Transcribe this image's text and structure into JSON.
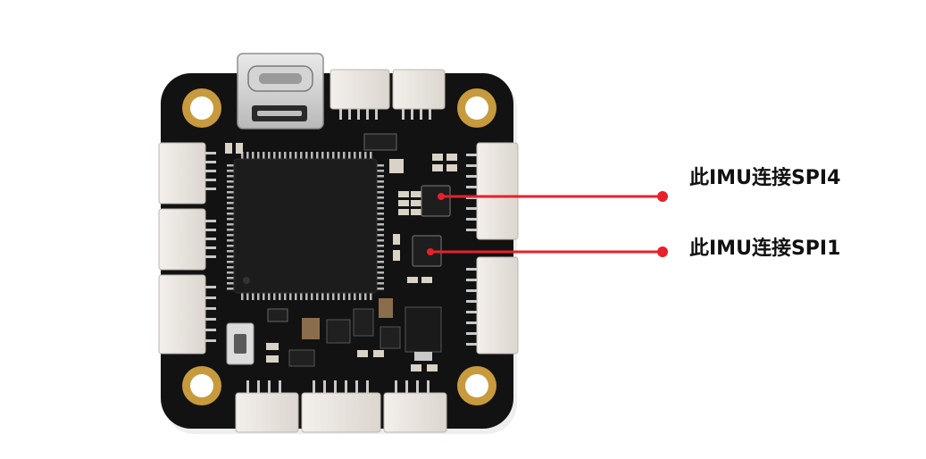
{
  "callouts": [
    {
      "id": "imu-spi4",
      "label": "此IMU连接SPI4"
    },
    {
      "id": "imu-spi1",
      "label": "此IMU连接SPI1"
    }
  ],
  "colors": {
    "board": "#121212",
    "pad_gold": "#c79a3d",
    "connector": "#ece7e2",
    "chip": "#1c1c1c",
    "smd": "#d9d2c6",
    "leader_line": "#e8202a"
  }
}
